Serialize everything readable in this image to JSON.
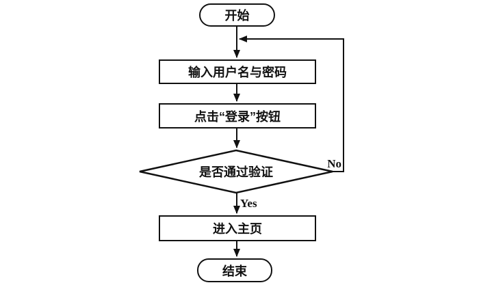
{
  "colors": {
    "ink": "#111111",
    "background": "#ffffff"
  },
  "flowchart": {
    "nodes": {
      "start": {
        "type": "terminator",
        "label": "开始"
      },
      "input_credentials": {
        "type": "process",
        "label": "输入用户名与密码"
      },
      "click_login": {
        "type": "process",
        "label": "点击“登录”按钮"
      },
      "verify": {
        "type": "decision",
        "label": "是否通过验证"
      },
      "enter_home": {
        "type": "process",
        "label": "进入主页"
      },
      "end": {
        "type": "terminator",
        "label": "结束"
      }
    },
    "edges": {
      "yes_label": "Yes",
      "no_label": "No"
    }
  }
}
